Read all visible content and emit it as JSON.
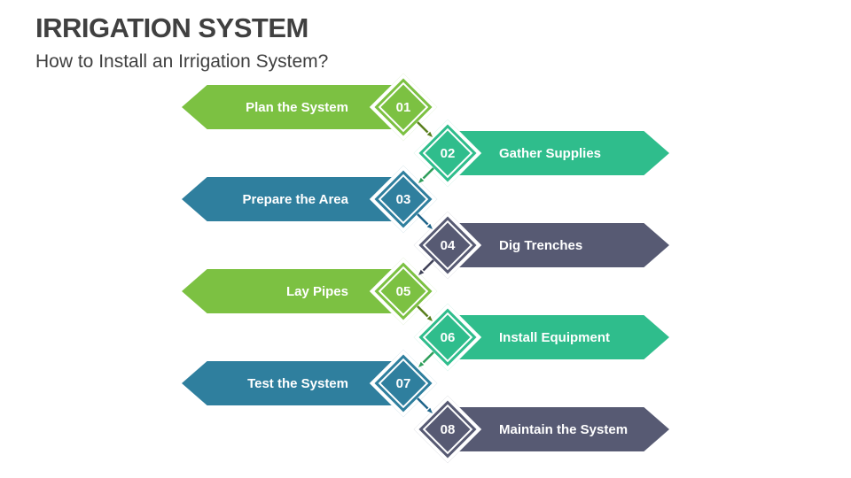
{
  "slide": {
    "title": "IRRIGATION SYSTEM",
    "subtitle": "How to Install an Irrigation System?"
  },
  "steps": [
    {
      "number": "01",
      "label": "Plan the System",
      "side": "left",
      "color": "#7CC142"
    },
    {
      "number": "02",
      "label": "Gather Supplies",
      "side": "right",
      "color": "#2FBD8C"
    },
    {
      "number": "03",
      "label": "Prepare the Area",
      "side": "left",
      "color": "#2F7F9E"
    },
    {
      "number": "04",
      "label": "Dig Trenches",
      "side": "right",
      "color": "#575A73"
    },
    {
      "number": "05",
      "label": "Lay Pipes",
      "side": "left",
      "color": "#7CC142"
    },
    {
      "number": "06",
      "label": "Install Equipment",
      "side": "right",
      "color": "#2FBD8C"
    },
    {
      "number": "07",
      "label": "Test the System",
      "side": "left",
      "color": "#2F7F9E"
    },
    {
      "number": "08",
      "label": "Maintain the System",
      "side": "right",
      "color": "#575A73"
    }
  ],
  "connectors": [
    {
      "from": "01",
      "to": "02",
      "direction": "down-right",
      "color": "#5A7F1E"
    },
    {
      "from": "02",
      "to": "03",
      "direction": "down-left",
      "color": "#2F9E5B"
    },
    {
      "from": "03",
      "to": "04",
      "direction": "down-right",
      "color": "#20658A"
    },
    {
      "from": "04",
      "to": "05",
      "direction": "down-left",
      "color": "#3F4158"
    },
    {
      "from": "05",
      "to": "06",
      "direction": "down-right",
      "color": "#5A7F1E"
    },
    {
      "from": "06",
      "to": "07",
      "direction": "down-left",
      "color": "#2F9E5B"
    },
    {
      "from": "07",
      "to": "08",
      "direction": "down-right",
      "color": "#20658A"
    }
  ],
  "colors": {
    "lime": "#7CC142",
    "green": "#2FBD8C",
    "blue": "#2F7F9E",
    "slate": "#575A73",
    "title_text": "#404040",
    "banner_text": "#FFFFFF",
    "background": "#FFFFFF"
  }
}
